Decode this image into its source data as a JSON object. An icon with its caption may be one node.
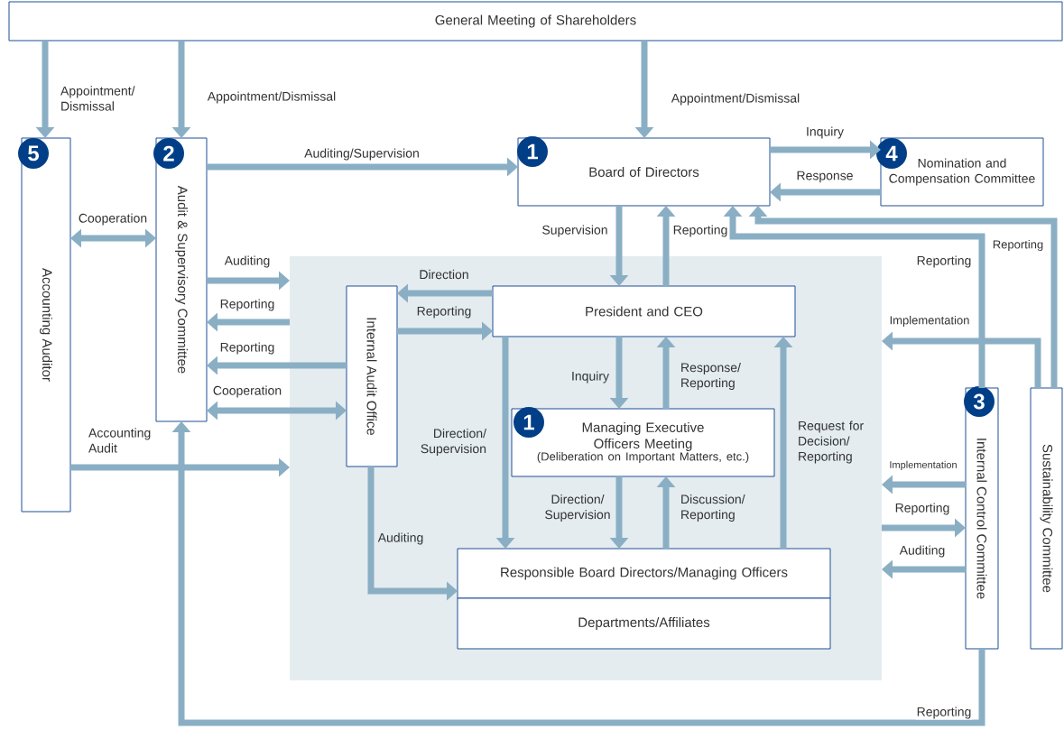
{
  "diagram": {
    "nodes": [
      {
        "text": [
          "General Meeting of Shareholders"
        ]
      },
      {
        "text": [
          "5",
          "Accounting Auditor"
        ]
      },
      {
        "text": [
          "2",
          "Audit & Supervisory Committee"
        ]
      },
      {
        "text": [
          "1",
          "Board of Directors"
        ]
      },
      {
        "text": [
          "4",
          "Nomination and Compensation Committee"
        ]
      },
      {
        "text": [],
        "shape": "box"
      },
      {
        "text": [
          "Internal Audit Office"
        ],
        "in": 5
      },
      {
        "text": [
          "President and CEO"
        ],
        "in": 5
      },
      {
        "text": [
          "1",
          "Managing Executive Officers Meeting",
          "(Deliberation on Important Matters, etc.)"
        ],
        "in": 5
      },
      {
        "text": [
          "Responsible Board Directors/Managing Officers"
        ],
        "in": 5
      },
      {
        "text": [
          "Departments/Affiliates"
        ],
        "in": 5
      },
      {
        "text": [
          "3",
          "Internal Control Committee"
        ]
      },
      {
        "text": [
          "Sustainability Committee"
        ]
      }
    ],
    "edges": [
      {
        "from": 0,
        "to": 1,
        "arrow": "to",
        "label": "Appointment/ Dismissal"
      },
      {
        "from": 0,
        "to": 2,
        "arrow": "to",
        "label": "Appointment/Dismissal"
      },
      {
        "from": 0,
        "to": 3,
        "arrow": "to",
        "label": "Appointment/Dismissal"
      },
      {
        "from": 2,
        "to": 3,
        "arrow": "to",
        "label": "Auditing/Supervision"
      },
      {
        "from": 3,
        "to": 4,
        "arrow": "to",
        "label": "Inquiry"
      },
      {
        "from": 4,
        "to": 3,
        "arrow": "to",
        "label": "Response"
      },
      {
        "from": 1,
        "to": 2,
        "arrow": "both",
        "label": "Cooperation"
      },
      {
        "from": 2,
        "to": 5,
        "arrow": "to",
        "label": "Auditing"
      },
      {
        "from": 5,
        "to": 2,
        "arrow": "to",
        "label": "Reporting"
      },
      {
        "from": 6,
        "to": 2,
        "arrow": "to",
        "label": "Reporting"
      },
      {
        "from": 2,
        "to": 6,
        "arrow": "both",
        "label": "Cooperation"
      },
      {
        "from": 1,
        "to": 5,
        "arrow": "to",
        "label": "Accounting Audit"
      },
      {
        "from": 3,
        "to": 7,
        "arrow": "to",
        "label": "Supervision"
      },
      {
        "from": 7,
        "to": 3,
        "arrow": "to",
        "label": "Reporting"
      },
      {
        "from": 7,
        "to": 6,
        "arrow": "to",
        "label": "Direction"
      },
      {
        "from": 6,
        "to": 7,
        "arrow": "to",
        "label": "Reporting"
      },
      {
        "from": 7,
        "to": 8,
        "arrow": "to",
        "label": "Inquiry"
      },
      {
        "from": 8,
        "to": 7,
        "arrow": "to",
        "label": "Response/ Reporting"
      },
      {
        "from": 7,
        "to": 9,
        "arrow": "to",
        "label": "Direction/ Supervision"
      },
      {
        "from": 8,
        "to": 9,
        "arrow": "to",
        "label": "Direction/ Supervision"
      },
      {
        "from": 9,
        "to": 8,
        "arrow": "to",
        "label": "Discussion/ Reporting"
      },
      {
        "from": 9,
        "to": 7,
        "arrow": "to",
        "label": "Request for Decision/ Reporting"
      },
      {
        "from": 6,
        "to": 9,
        "arrow": "to",
        "label": "Auditing"
      },
      {
        "from": 11,
        "to": 3,
        "arrow": "to",
        "label": "Reporting"
      },
      {
        "from": 12,
        "to": 3,
        "arrow": "to",
        "label": "Reporting"
      },
      {
        "from": 12,
        "to": 5,
        "arrow": "to",
        "label": "Implementation"
      },
      {
        "from": 11,
        "to": 5,
        "arrow": "to",
        "label": "Implementation"
      },
      {
        "from": 5,
        "to": 11,
        "arrow": "to",
        "label": "Reporting"
      },
      {
        "from": 11,
        "to": 5,
        "arrow": "to",
        "label": "Auditing"
      },
      {
        "from": 11,
        "to": 2,
        "arrow": "to",
        "label": "Reporting"
      }
    ]
  }
}
